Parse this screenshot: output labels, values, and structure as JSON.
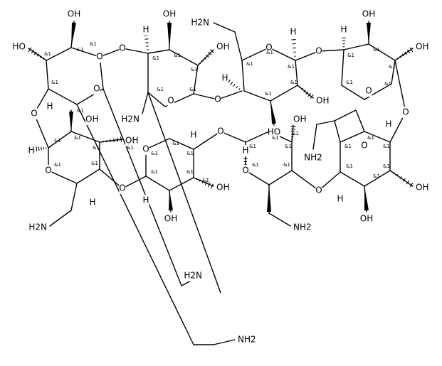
{
  "colors": {
    "background": "#ffffff",
    "ink": "#000000"
  },
  "labels": {
    "hydroxyl": "OH",
    "hydroxyl_rev": "HO",
    "ring_oxygen": "O",
    "hydrogen": "H",
    "amine": "NH2",
    "amine_rev": "H2N",
    "stereo": "&1"
  }
}
